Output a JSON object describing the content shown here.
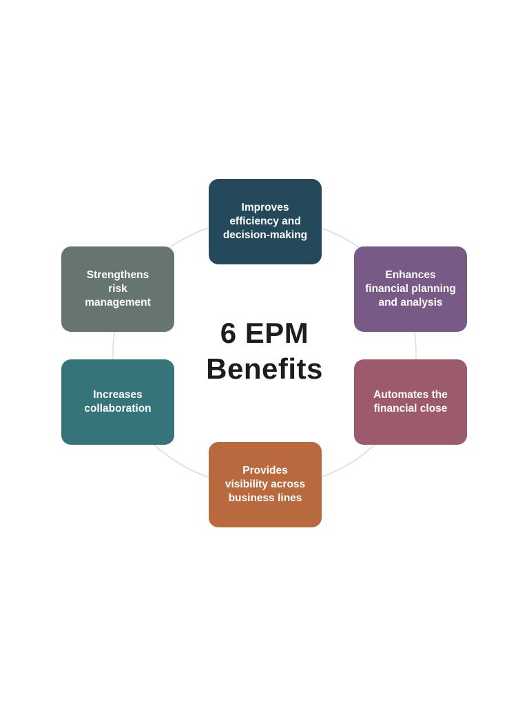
{
  "title": {
    "line1": "6 EPM",
    "line2": "Benefits"
  },
  "benefits": [
    {
      "label": "Improves\nefficiency and\ndecision-making",
      "color": "#24495b"
    },
    {
      "label": "Enhances\nfinancial planning\nand analysis",
      "color": "#775a86"
    },
    {
      "label": "Automates the\nfinancial close",
      "color": "#9d5a6c"
    },
    {
      "label": "Provides\nvisibility across\nbusiness lines",
      "color": "#b8693d"
    },
    {
      "label": "Increases\ncollaboration",
      "color": "#357478"
    },
    {
      "label": "Strengthens\nrisk\nmanagement",
      "color": "#667472"
    }
  ],
  "ring_color": "#d9d9d9"
}
